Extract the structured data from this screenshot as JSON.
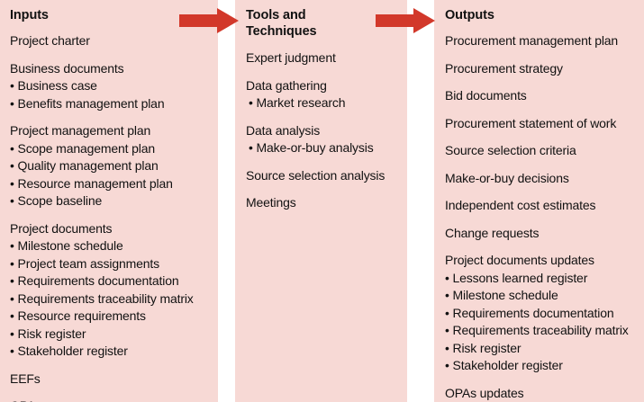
{
  "theme": {
    "panel_bg": "#f7d9d5",
    "arrow_color": "#d2382a",
    "text_color": "#111111",
    "page_bg": "#ffffff"
  },
  "icons": {
    "arrow_1": "right-arrow-icon",
    "arrow_2": "right-arrow-icon",
    "bullet": "•"
  },
  "columns": {
    "inputs": {
      "title": "Inputs",
      "groups": [
        {
          "heading": "Project charter",
          "items": []
        },
        {
          "heading": "Business documents",
          "items": [
            "Business case",
            "Benefits management plan"
          ]
        },
        {
          "heading": "Project management plan",
          "items": [
            "Scope management plan",
            "Quality management plan",
            "Resource management plan",
            "Scope baseline"
          ]
        },
        {
          "heading": "Project documents",
          "items": [
            "Milestone schedule",
            "Project team assignments",
            "Requirements documentation",
            "Requirements traceability matrix",
            "Resource requirements",
            "Risk register",
            "Stakeholder register"
          ]
        },
        {
          "heading": "EEFs",
          "items": []
        },
        {
          "heading": "OPAs",
          "items": []
        }
      ]
    },
    "tools": {
      "title": "Tools and Techniques",
      "groups": [
        {
          "heading": "Expert judgment",
          "items": []
        },
        {
          "heading": "Data gathering",
          "items": [
            "Market research"
          ]
        },
        {
          "heading": "Data analysis",
          "items": [
            "Make-or-buy analysis"
          ]
        },
        {
          "heading": "Source selection analysis",
          "items": []
        },
        {
          "heading": "Meetings",
          "items": []
        }
      ]
    },
    "outputs": {
      "title": "Outputs",
      "groups": [
        {
          "heading": "Procurement management plan",
          "items": []
        },
        {
          "heading": "Procurement strategy",
          "items": []
        },
        {
          "heading": "Bid documents",
          "items": []
        },
        {
          "heading": "Procurement statement of work",
          "items": []
        },
        {
          "heading": "Source selection criteria",
          "items": []
        },
        {
          "heading": "Make-or-buy decisions",
          "items": []
        },
        {
          "heading": "Independent cost estimates",
          "items": []
        },
        {
          "heading": "Change requests",
          "items": []
        },
        {
          "heading": "Project documents updates",
          "items": [
            "Lessons learned register",
            "Milestone schedule",
            "Requirements documentation",
            "Requirements traceability matrix",
            "Risk register",
            "Stakeholder register"
          ]
        },
        {
          "heading": "OPAs updates",
          "items": []
        }
      ]
    }
  }
}
